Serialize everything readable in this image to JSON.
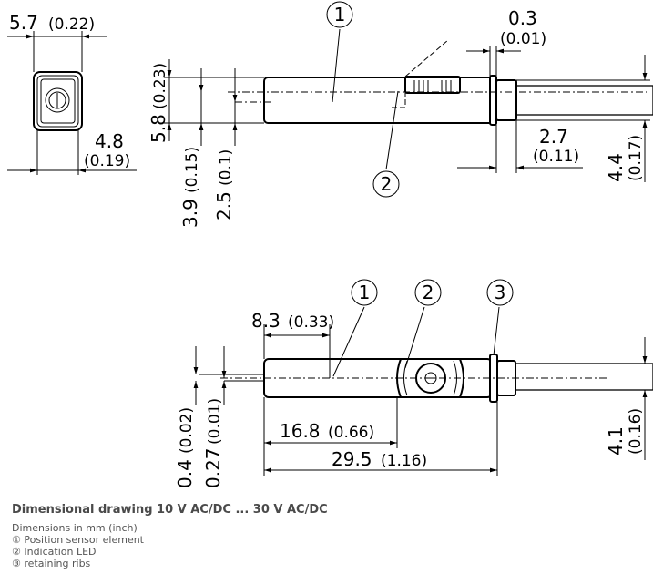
{
  "caption": {
    "title": "Dimensional drawing 10 V AC/DC ... 30 V AC/DC",
    "units_note": "Dimensions in mm (inch)",
    "legend": [
      "① Position sensor element",
      "② Indication LED",
      "③ retaining ribs"
    ]
  },
  "callouts": {
    "c1": "1",
    "c2": "2",
    "c3": "3"
  },
  "dims": {
    "width_top": {
      "mm": "5.7",
      "in": "(0.22)"
    },
    "width_side": {
      "mm": "4.8",
      "in": "(0.19)"
    },
    "height_total": {
      "mm": "5.8",
      "in": "(0.23)"
    },
    "offset_3_9": {
      "mm": "3.9",
      "in": "(0.15)"
    },
    "offset_2_5": {
      "mm": "2.5",
      "in": "(0.1)"
    },
    "collar": {
      "mm": "0.3",
      "in": "(0.01)"
    },
    "cable_offset": {
      "mm": "2.7",
      "in": "(0.11)"
    },
    "height_rear": {
      "mm": "4.4",
      "in": "(0.17)"
    },
    "sensor_pos": {
      "mm": "8.3",
      "in": "(0.33)"
    },
    "led_pos": {
      "mm": "16.8",
      "in": "(0.66)"
    },
    "length": {
      "mm": "29.5",
      "in": "(1.16)"
    },
    "offset_0_4": {
      "mm": "0.4",
      "in": "(0.02)"
    },
    "offset_0_27": {
      "mm": "0.27",
      "in": "(0.01)"
    },
    "height_front": {
      "mm": "4.1",
      "in": "(0.16)"
    }
  }
}
